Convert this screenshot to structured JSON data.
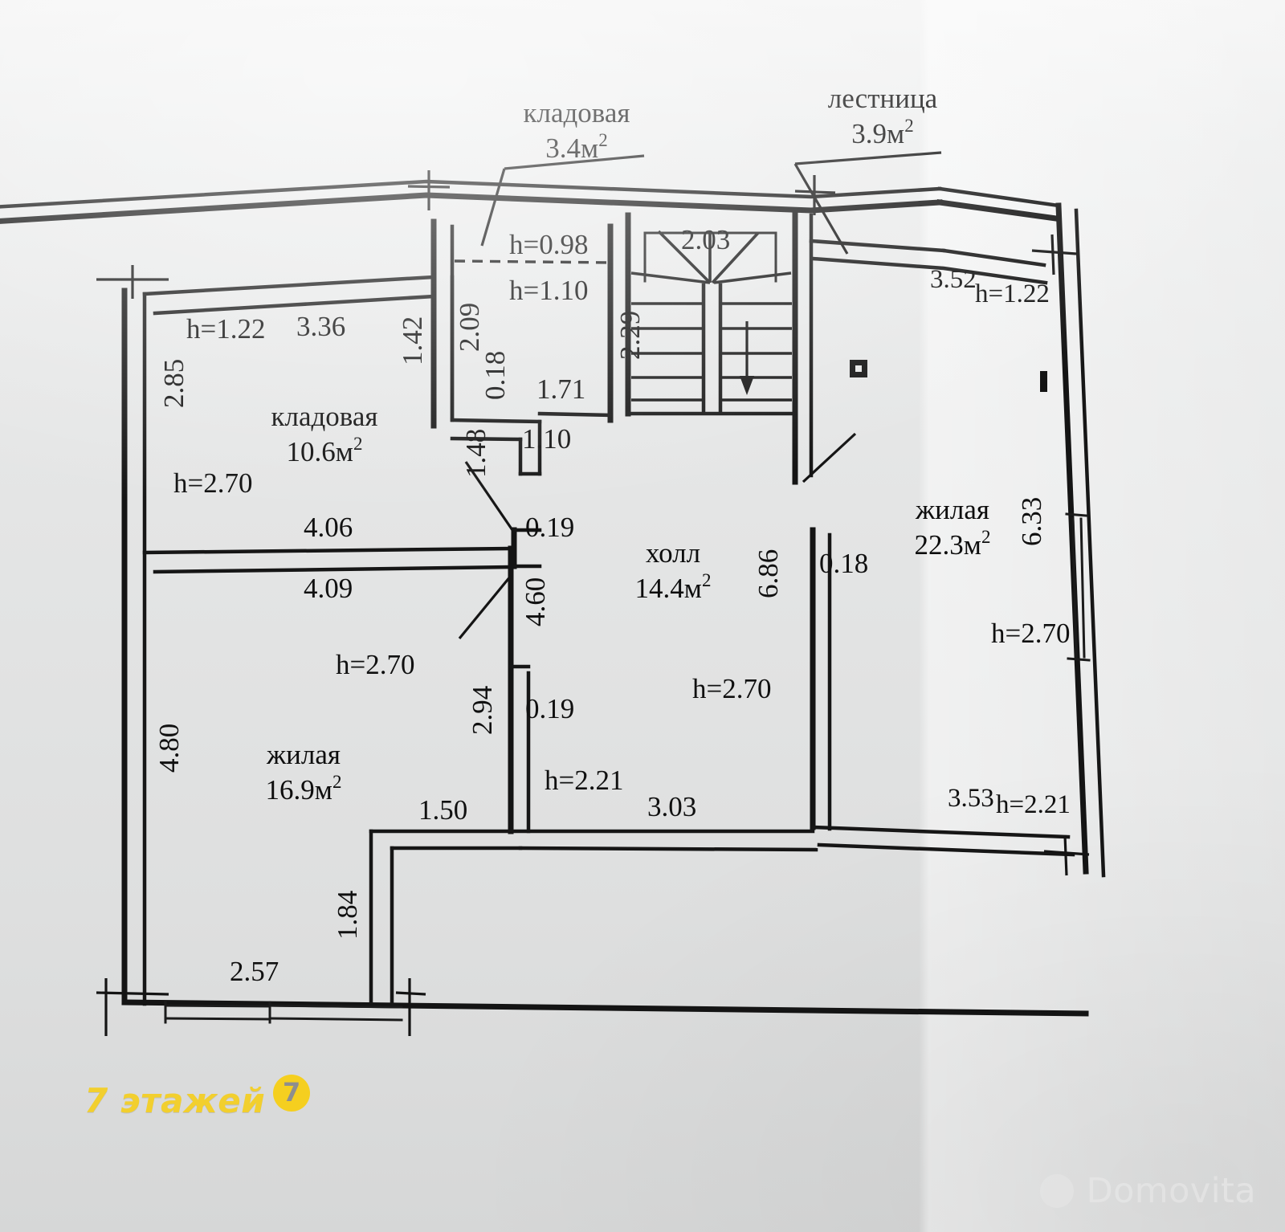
{
  "document": {
    "kind": "apartment-floor-plan",
    "language": "ru"
  },
  "rooms": [
    {
      "id": "kladovaya_small",
      "name": "кладовая",
      "area": "3.4",
      "unit": "м",
      "sup": "2"
    },
    {
      "id": "lestnica",
      "name": "лестница",
      "area": "3.9",
      "unit": "м",
      "sup": "2"
    },
    {
      "id": "kladovaya_big",
      "name": "кладовая",
      "area": "10.6",
      "unit": "м",
      "sup": "2"
    },
    {
      "id": "zhilaya_right",
      "name": "жилая",
      "area": "22.3",
      "unit": "м",
      "sup": "2"
    },
    {
      "id": "holl",
      "name": "холл",
      "area": "14.4",
      "unit": "м",
      "sup": "2"
    },
    {
      "id": "zhilaya_left",
      "name": "жилая",
      "area": "16.9",
      "unit": "м",
      "sup": "2"
    }
  ],
  "heights": {
    "h_098": "h=0.98",
    "h_110": "h=1.10",
    "h_122_left": "h=1.22",
    "h_270_kladovaya": "h=2.70",
    "h_270_zhilaya_left": "h=2.70",
    "h_270_holl": "h=2.70",
    "h_270_zhilaya_right": "h=2.70",
    "h_221_holl": "h=2.21",
    "h_122_right": "h=1.22",
    "h_221_right": "h=2.21"
  },
  "dimensions": {
    "d_336": "3.36",
    "d_285": "2.85",
    "d_406": "4.06",
    "d_409": "4.09",
    "d_480": "4.80",
    "d_257": "2.57",
    "d_184": "1.84",
    "d_150": "1.50",
    "d_294": "2.94",
    "d_142": "1.42",
    "d_209": "2.09",
    "d_018_top": "0.18",
    "d_148": "1.48",
    "d_171": "1.71",
    "d_110_low": "1.10",
    "d_019_upper": "0.19",
    "d_460": "4.60",
    "d_019_lower": "0.19",
    "d_303": "3.03",
    "d_229": "2.29",
    "d_203": "2.03",
    "d_686": "6.86",
    "d_018_right": "0.18",
    "d_352": "3.52",
    "d_633": "6.33",
    "d_353": "3.53"
  },
  "logo": {
    "text": "7 этажей",
    "badge_number": "7",
    "color": "#f5cf1f",
    "badge_text_color": "#8e8e8e"
  },
  "watermark": {
    "text": "Domovita",
    "color": "#f2f2f2"
  }
}
